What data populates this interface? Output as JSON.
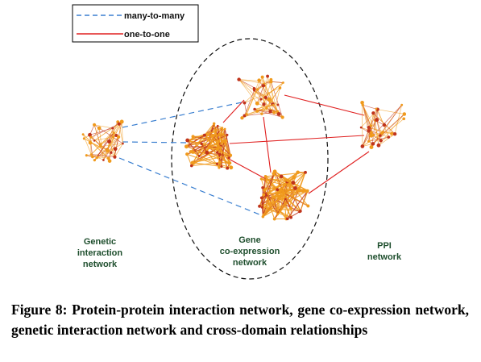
{
  "legend": {
    "many_to_many": "many-to-many",
    "one_to_one": "one-to-one"
  },
  "labels": {
    "genetic_line1": "Genetic",
    "genetic_line2": "interaction",
    "genetic_line3": "network",
    "gene_line1": "Gene",
    "gene_line2": "co-expression",
    "gene_line3": "network",
    "ppi_line1": "PPI",
    "ppi_line2": "network"
  },
  "caption": "Figure 8:  Protein-protein interaction network, gene co-expression network, genetic interaction network and cross-domain relationships",
  "colors": {
    "many_to_many_line": "#3a7fd0",
    "one_to_one_line": "#e02020",
    "label_green": "#1f4f2e",
    "node_orange": "#f09a1c",
    "node_red": "#c0341c"
  }
}
